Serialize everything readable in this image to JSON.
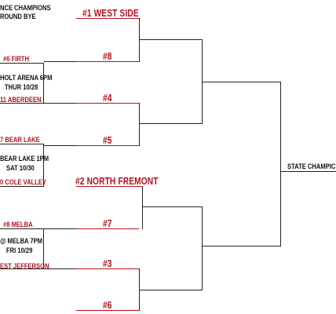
{
  "header": {
    "line1": "NCE CHAMPIONS",
    "line2": "ROUND BYE"
  },
  "play_in_games": [
    {
      "top_seed": "#6 FIRTH",
      "venue": "HOLT ARENA 6PM",
      "date": "THUR 10/28",
      "bottom_seed": "11 ABERDEEN"
    },
    {
      "top_seed": "7 BEAR LAKE",
      "venue": "BEAR LAKE 1PM",
      "date": "SAT 10/30",
      "bottom_seed": "0 COLE VALLEY"
    },
    {
      "top_seed": "#8 MELBA",
      "venue": "@ MELBA 7PM",
      "date": "FRI 10/29",
      "bottom_seed": "EST JEFFERSON"
    }
  ],
  "first_round_slots": [
    "#1 WEST SIDE",
    "#8",
    "#4",
    "#5",
    "#2 NORTH FREMONT",
    "#7",
    "#3",
    "#6"
  ],
  "final_label": "STATE CHAMPIC",
  "colors": {
    "accent_red": "#b3121f",
    "line": "#222222"
  }
}
